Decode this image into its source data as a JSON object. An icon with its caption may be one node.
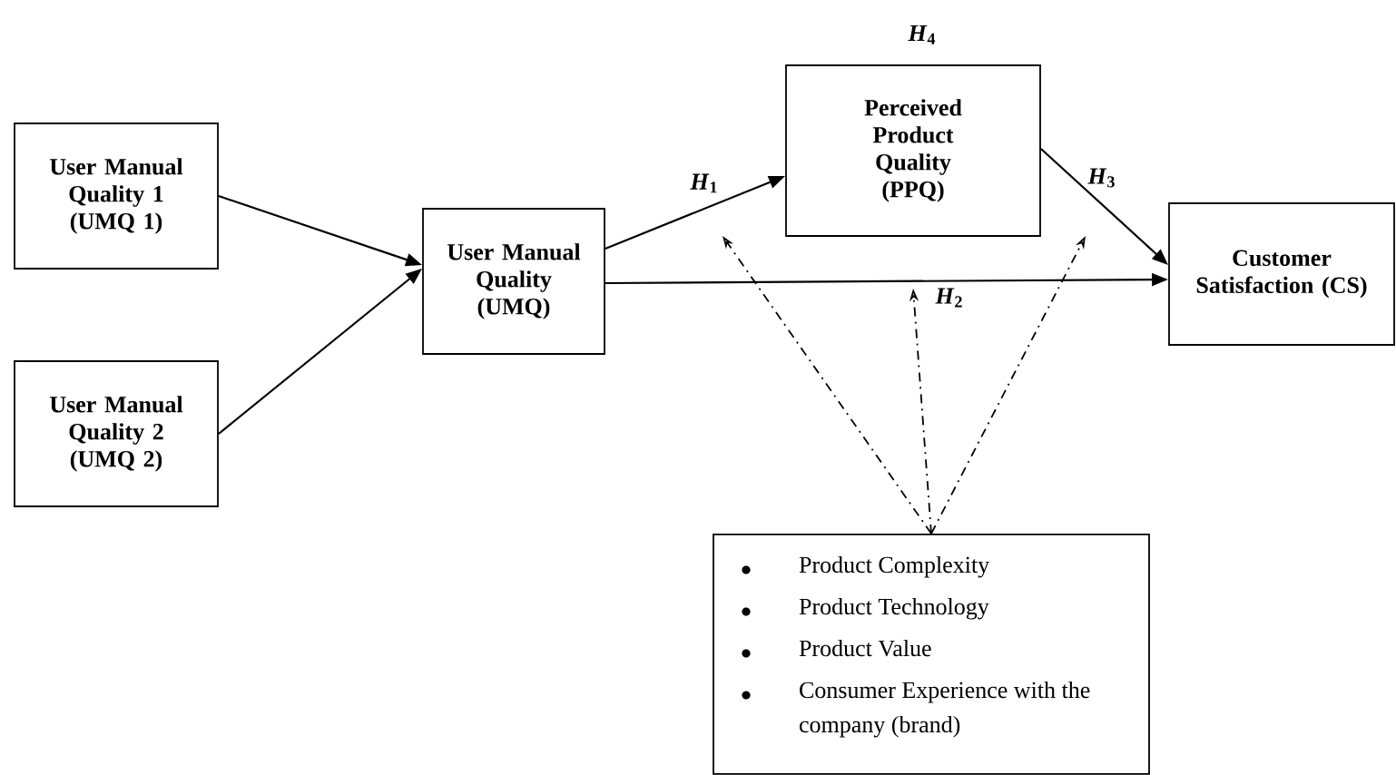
{
  "diagram": {
    "nodes": [
      {
        "text": [
          "User Manual Quality 1 (UMQ 1)"
        ]
      },
      {
        "text": [
          "User Manual Quality 2 (UMQ 2)"
        ]
      },
      {
        "text": [
          "User Manual Quality (UMQ)"
        ]
      },
      {
        "text": [
          "Perceived Product Quality (PPQ)"
        ],
        "beside": [
          "*H*$_{4}$"
        ]
      },
      {
        "text": [
          "Customer Satisfaction (CS)"
        ]
      },
      {
        "text": [
          "Product Complexity",
          "Product Technology",
          "Product Value",
          "Consumer Experience with the company (brand)"
        ]
      }
    ],
    "edges": [
      {
        "from": 0,
        "to": 2,
        "arrow": "to"
      },
      {
        "from": 1,
        "to": 2,
        "arrow": "to"
      },
      {
        "from": 2,
        "to": 3,
        "arrow": "to",
        "label": "*H*$_{1}$"
      },
      {
        "from": 2,
        "to": 4,
        "arrow": "to",
        "label": "*H*$_{2}$"
      },
      {
        "from": 3,
        "to": 4,
        "arrow": "to",
        "label": "*H*$_{3}$"
      },
      {
        "from": 5,
        "to": null,
        "arrow": "to",
        "style": "dashed"
      },
      {
        "from": 5,
        "to": null,
        "arrow": "to",
        "style": "dashed"
      },
      {
        "from": 5,
        "to": null,
        "arrow": "to",
        "style": "dashed"
      }
    ]
  }
}
